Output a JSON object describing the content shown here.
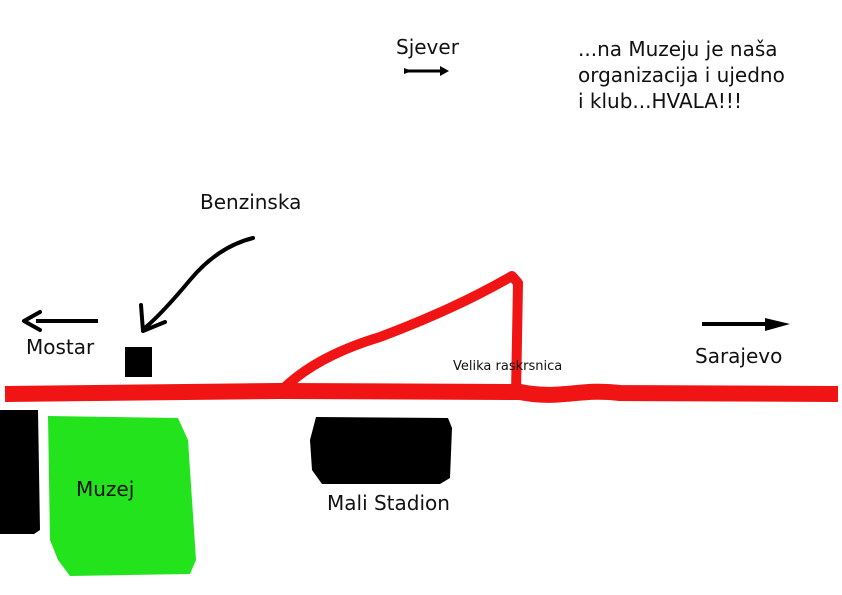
{
  "labels": {
    "north": "Sjever",
    "gas_station": "Benzinska",
    "mostar": "Mostar",
    "sarajevo": "Sarajevo",
    "crossroads": "Velika raskrsnica",
    "museum": "Muzej",
    "small_stadium": "Mali Stadion"
  },
  "note": {
    "lines": [
      "...na Muzeju je naša",
      "organizacija i ujedno",
      "i klub...HVALA!!!"
    ]
  },
  "colors": {
    "road": "#f01414",
    "museum": "#22e31c",
    "building": "#000000",
    "ink": "#000000",
    "background": "#ffffff"
  },
  "icons": {
    "north_arrow": "arrow-right-icon",
    "mostar_arrow": "arrow-left-icon",
    "sarajevo_arrow": "arrow-right-icon",
    "gas_station_pointer": "curved-arrow-icon"
  }
}
